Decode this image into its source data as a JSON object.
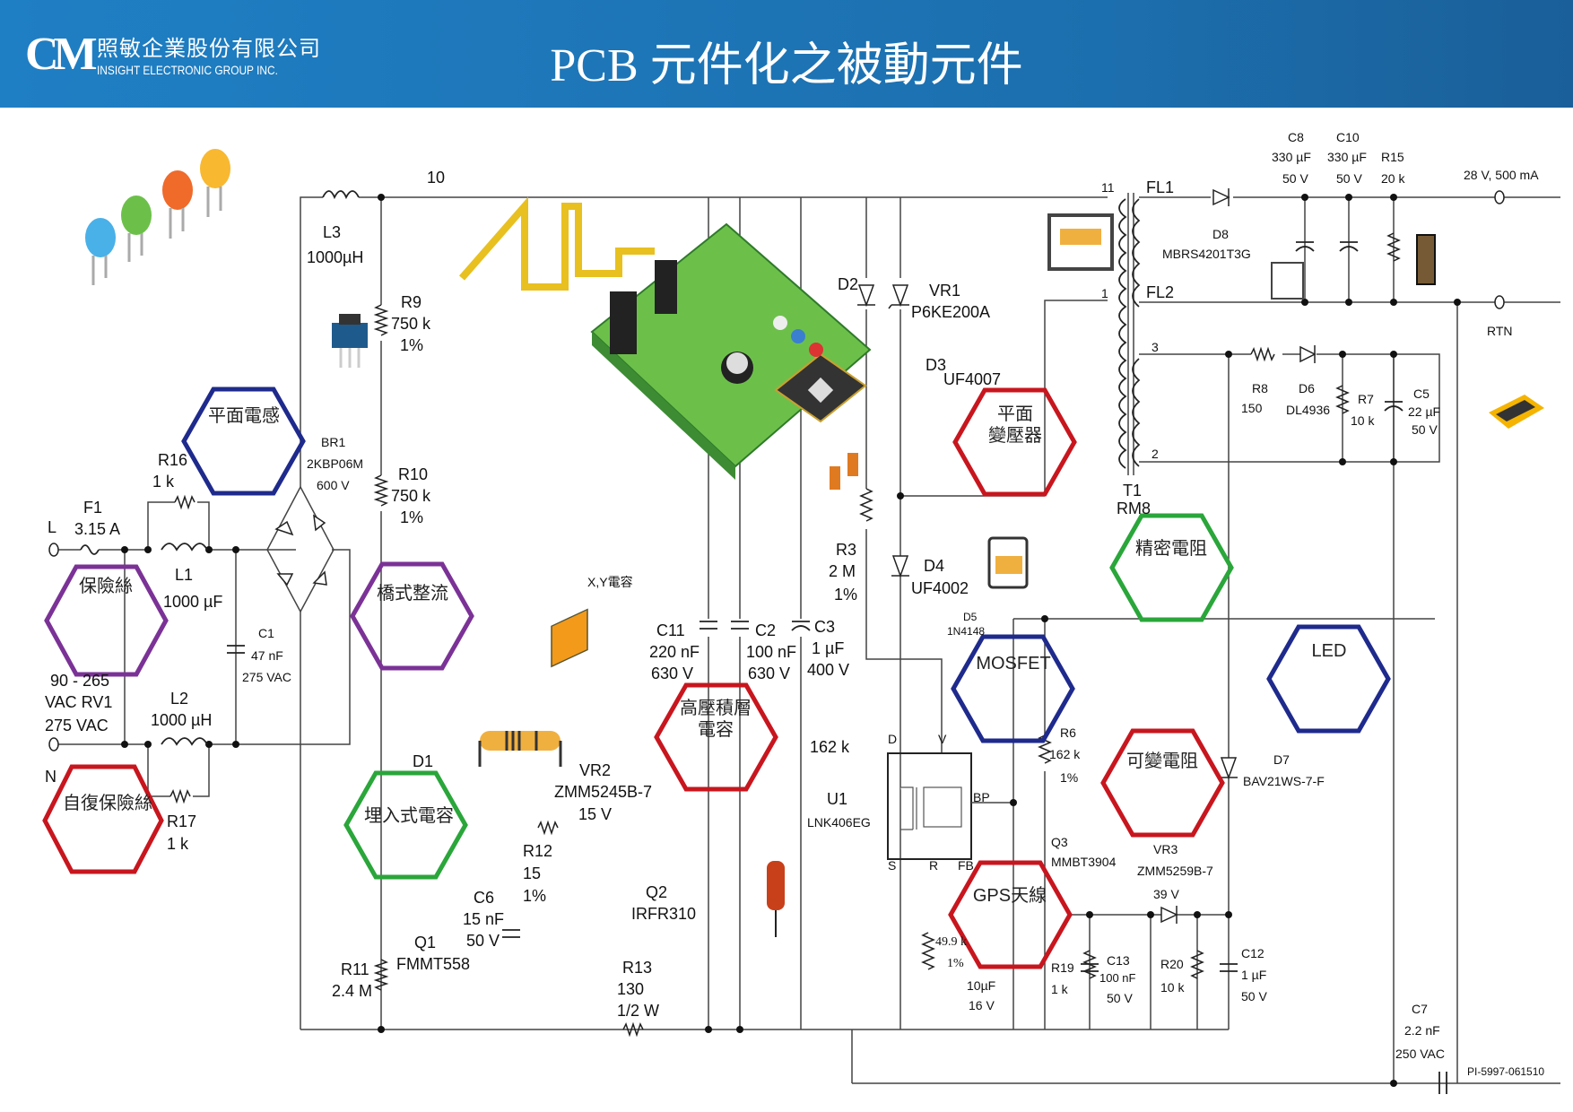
{
  "header": {
    "logo_mark": "CM",
    "company_cn": "照敏企業股份有限公司",
    "company_en": "INSIGHT ELECTRONIC GROUP INC.",
    "title": "PCB 元件化之被動元件"
  },
  "colors": {
    "header_blue": "#1f7fc4",
    "hex_blue": "#1e2a8c",
    "hex_purple": "#7b3296",
    "hex_red": "#c8161e",
    "hex_green": "#2aa63a",
    "pcb_green": "#6cc04a",
    "component_orange": "#f0b040"
  },
  "hexagons": [
    {
      "id": "planar-inductor",
      "label": "平面電感"
    },
    {
      "id": "fuse",
      "label": "保險絲"
    },
    {
      "id": "resettable-fuse",
      "label": "自復保險絲"
    },
    {
      "id": "bridge-rectifier",
      "label": "橋式整流"
    },
    {
      "id": "embedded-capacitor",
      "label": "埋入式電容"
    },
    {
      "id": "hv-mlcc",
      "label": "高壓積層\n電容"
    },
    {
      "id": "planar-transformer",
      "label": "平面\n變壓器"
    },
    {
      "id": "precision-resistor",
      "label": "精密電阻"
    },
    {
      "id": "mosfet",
      "label": "MOSFET"
    },
    {
      "id": "led",
      "label": "LED"
    },
    {
      "id": "variable-resistor",
      "label": "可變電阻"
    },
    {
      "id": "gps-antenna",
      "label": "GPS天線"
    }
  ],
  "xy_cap_label": "X,Y電容",
  "labels": {
    "L": "L",
    "N": "N",
    "F1": "F1",
    "F1v": "3.15 A",
    "R16": "R16",
    "R16v": "1 k",
    "L1": "L1",
    "L1v": "1000 µF",
    "C1": "C1",
    "C1v": "47 nF",
    "C1v2": "275 VAC",
    "RV1a": "90 - 265",
    "RV1b": "VAC RV1",
    "RV1c": "275 VAC",
    "L2": "L2",
    "L2v": "1000 µH",
    "R17": "R17",
    "R17v": "1 k",
    "BR1": "BR1",
    "BR1v": "2KBP06M",
    "BR1v2": "600 V",
    "L3": "L3",
    "L3v": "1000µH",
    "n10": "10",
    "R9": "R9",
    "R9v": "750 k",
    "R9t": "1%",
    "R10": "R10",
    "R10v": "750 k",
    "R10t": "1%",
    "D1": "D1",
    "VR2": "VR2",
    "VR2v": "ZMM5245B-7",
    "VR2v2": "15 V",
    "R12": "R12",
    "R12v": "15",
    "R12t": "1%",
    "C6": "C6",
    "C6v": "15 nF",
    "C6v2": "50 V",
    "Q1": "Q1",
    "Q1v": "FMMT558",
    "R11": "R11",
    "R11v": "2.4 M",
    "Q2": "Q2",
    "Q2v": "IRFR310",
    "R13": "R13",
    "R13v": "130",
    "R13v2": "1/2 W",
    "C11": "C11",
    "C11v": "220 nF",
    "C11v2": "630 V",
    "C2": "C2",
    "C2v": "100 nF",
    "C2v2": "630 V",
    "C3": "C3",
    "C3v": "1 µF",
    "C3v2": "400 V",
    "k162": "162 k",
    "U1": "U1",
    "U1v": "LNK406EG",
    "pinD": "D",
    "pinV": "V",
    "pinBP": "BP",
    "pinS": "S",
    "pinR": "R",
    "pinFB": "FB",
    "R3": "R3",
    "R3v": "2 M",
    "R3t": "1%",
    "D2": "D2",
    "VR1": "VR1",
    "VR1v": "P6KE200A",
    "D3": "D3",
    "D3v": "UF4007",
    "D4": "D4",
    "D4v": "UF4002",
    "D5": "D5",
    "D5v": "1N4148",
    "R6": "R6",
    "R6v": "162 k",
    "R6t": "1%",
    "Q3": "Q3",
    "Q3v": "MMBT3904",
    "R49": "49.9 k",
    "R49t": "1%",
    "C10u": "10µF",
    "C10u2": "16 V",
    "R19": "R19",
    "R19v": "1 k",
    "C13": "C13",
    "C13v": "100 nF",
    "C13v2": "50 V",
    "R20": "R20",
    "R20v": "10 k",
    "C12": "C12",
    "C12v": "1 µF",
    "C12v2": "50 V",
    "VR3": "VR3",
    "VR3v": "ZMM5259B-7",
    "VR3v2": "39 V",
    "D7": "D7",
    "D7v": "BAV21WS-7-F",
    "T1": "T1",
    "T1v": "RM8",
    "p11": "11",
    "p1": "1",
    "p3": "3",
    "p2": "2",
    "FL1": "FL1",
    "FL2": "FL2",
    "D8": "D8",
    "D8v": "MBRS4201T3G",
    "C8": "C8",
    "C8v": "330 µF",
    "C8v2": "50 V",
    "C10": "C10",
    "C10v": "330 µF",
    "C10v2": "50 V",
    "R15": "R15",
    "R15v": "20 k",
    "out": "28 V, 500 mA",
    "RTN": "RTN",
    "R8": "R8",
    "R8v": "150",
    "D6": "D6",
    "D6v": "DL4936",
    "R7": "R7",
    "R7v": "10 k",
    "C5": "C5",
    "C5v": "22 µF",
    "C5v2": "50 V",
    "C7": "C7",
    "C7v": "2.2 nF",
    "C7v2": "250 VAC",
    "docid": "PI-5997-061510"
  }
}
